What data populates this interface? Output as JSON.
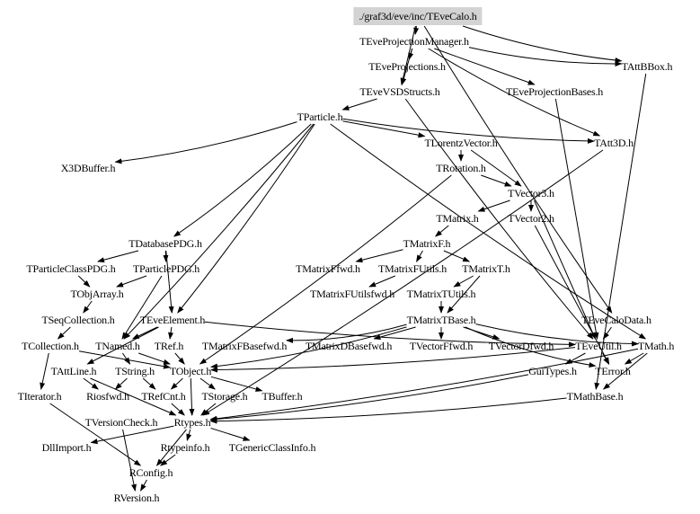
{
  "graph": {
    "title": "Include dependency graph for ./graf3d/eve/inc/TEveCalo.h",
    "root_fill": "#d3d3d3",
    "edge_color": "#000000",
    "nodes": [
      {
        "id": "TEveCalo",
        "label": "./graf3d/eve/inc/TEveCalo.h",
        "root": true
      },
      {
        "id": "TEveProjectionManager",
        "label": "TEveProjectionManager.h"
      },
      {
        "id": "TEveProjections",
        "label": "TEveProjections.h"
      },
      {
        "id": "TAttBBox",
        "label": "TAttBBox.h"
      },
      {
        "id": "TEveVSDStructs",
        "label": "TEveVSDStructs.h"
      },
      {
        "id": "TEveProjectionBases",
        "label": "TEveProjectionBases.h"
      },
      {
        "id": "TParticle",
        "label": "TParticle.h"
      },
      {
        "id": "TLorentzVector",
        "label": "TLorentzVector.h"
      },
      {
        "id": "TAtt3D",
        "label": "TAtt3D.h"
      },
      {
        "id": "X3DBuffer",
        "label": "X3DBuffer.h"
      },
      {
        "id": "TRotation",
        "label": "TRotation.h"
      },
      {
        "id": "TVector3",
        "label": "TVector3.h"
      },
      {
        "id": "TMatrix",
        "label": "TMatrix.h"
      },
      {
        "id": "TVector2",
        "label": "TVector2.h"
      },
      {
        "id": "TDatabasePDG",
        "label": "TDatabasePDG.h"
      },
      {
        "id": "TMatrixF",
        "label": "TMatrixF.h"
      },
      {
        "id": "TParticleClassPDG",
        "label": "TParticleClassPDG.h"
      },
      {
        "id": "TParticlePDG",
        "label": "TParticlePDG.h"
      },
      {
        "id": "TMatrixFfwd",
        "label": "TMatrixFfwd.h"
      },
      {
        "id": "TMatrixFUtils",
        "label": "TMatrixFUtils.h"
      },
      {
        "id": "TMatrixT",
        "label": "TMatrixT.h"
      },
      {
        "id": "TObjArray",
        "label": "TObjArray.h"
      },
      {
        "id": "TMatrixFUtilsfwd",
        "label": "TMatrixFUtilsfwd.h"
      },
      {
        "id": "TMatrixTUtils",
        "label": "TMatrixTUtils.h"
      },
      {
        "id": "TSeqCollection",
        "label": "TSeqCollection.h"
      },
      {
        "id": "TEveElement",
        "label": "TEveElement.h"
      },
      {
        "id": "TMatrixTBase",
        "label": "TMatrixTBase.h"
      },
      {
        "id": "TEveCaloData",
        "label": "TEveCaloData.h"
      },
      {
        "id": "TCollection",
        "label": "TCollection.h"
      },
      {
        "id": "TNamed",
        "label": "TNamed.h"
      },
      {
        "id": "TRef",
        "label": "TRef.h"
      },
      {
        "id": "TMatrixFBasefwd",
        "label": "TMatrixFBasefwd.h"
      },
      {
        "id": "TMatrixDBasefwd",
        "label": "TMatrixDBasefwd.h"
      },
      {
        "id": "TVectorFfwd",
        "label": "TVectorFfwd.h"
      },
      {
        "id": "TVectorDfwd",
        "label": "TVectorDfwd.h"
      },
      {
        "id": "TEveUtil",
        "label": "TEveUtil.h"
      },
      {
        "id": "TMath",
        "label": "TMath.h"
      },
      {
        "id": "TAttLine",
        "label": "TAttLine.h"
      },
      {
        "id": "TString",
        "label": "TString.h"
      },
      {
        "id": "TObject",
        "label": "TObject.h"
      },
      {
        "id": "GuiTypes",
        "label": "GuiTypes.h"
      },
      {
        "id": "TError",
        "label": "TError.h"
      },
      {
        "id": "TIterator",
        "label": "TIterator.h"
      },
      {
        "id": "Riosfwd",
        "label": "Riosfwd.h"
      },
      {
        "id": "TRefCnt",
        "label": "TRefCnt.h"
      },
      {
        "id": "TStorage",
        "label": "TStorage.h"
      },
      {
        "id": "TBuffer",
        "label": "TBuffer.h"
      },
      {
        "id": "TMathBase",
        "label": "TMathBase.h"
      },
      {
        "id": "TVersionCheck",
        "label": "TVersionCheck.h"
      },
      {
        "id": "Rtypes",
        "label": "Rtypes.h"
      },
      {
        "id": "DllImport",
        "label": "DllImport.h"
      },
      {
        "id": "Rtypeinfo",
        "label": "Rtypeinfo.h"
      },
      {
        "id": "TGenericClassInfo",
        "label": "TGenericClassInfo.h"
      },
      {
        "id": "RConfig",
        "label": "RConfig.h"
      },
      {
        "id": "RVersion",
        "label": "RVersion.h"
      }
    ],
    "edges": [
      [
        "TEveCalo",
        "TEveProjectionManager"
      ],
      [
        "TEveCalo",
        "TAttBBox"
      ],
      [
        "TEveCalo",
        "TEveVSDStructs"
      ],
      [
        "TEveCalo",
        "TEveCaloData"
      ],
      [
        "TEveProjectionManager",
        "TEveProjections"
      ],
      [
        "TEveProjectionManager",
        "TEveVSDStructs"
      ],
      [
        "TEveProjectionManager",
        "TAttBBox"
      ],
      [
        "TEveProjectionManager",
        "TEveProjectionBases"
      ],
      [
        "TEveProjectionManager",
        "TAtt3D"
      ],
      [
        "TEveProjections",
        "TEveVSDStructs"
      ],
      [
        "TEveVSDStructs",
        "TParticle"
      ],
      [
        "TEveVSDStructs",
        "TEveUtil"
      ],
      [
        "TEveProjectionBases",
        "TEveUtil"
      ],
      [
        "TAttBBox",
        "TMathBase"
      ],
      [
        "TParticle",
        "TLorentzVector"
      ],
      [
        "TParticle",
        "TAtt3D"
      ],
      [
        "TParticle",
        "X3DBuffer"
      ],
      [
        "TParticle",
        "TDatabasePDG"
      ],
      [
        "TParticle",
        "TEveElement"
      ],
      [
        "TParticle",
        "TNamed"
      ],
      [
        "TParticle",
        "TMath"
      ],
      [
        "TLorentzVector",
        "TRotation"
      ],
      [
        "TLorentzVector",
        "TVector3"
      ],
      [
        "TAtt3D",
        "Rtypes"
      ],
      [
        "TRotation",
        "TVector3"
      ],
      [
        "TRotation",
        "TObject"
      ],
      [
        "TVector3",
        "TMatrix"
      ],
      [
        "TVector3",
        "TVector2"
      ],
      [
        "TVector3",
        "TEveUtil"
      ],
      [
        "TVector2",
        "TError"
      ],
      [
        "TMatrix",
        "TMatrixF"
      ],
      [
        "TMatrixF",
        "TMatrixFfwd"
      ],
      [
        "TMatrixF",
        "TMatrixFUtils"
      ],
      [
        "TMatrixF",
        "TMatrixT"
      ],
      [
        "TMatrixFUtils",
        "TMatrixFUtilsfwd"
      ],
      [
        "TMatrixT",
        "TMatrixTUtils"
      ],
      [
        "TMatrixT",
        "TMatrixTBase"
      ],
      [
        "TMatrixTUtils",
        "TMatrixTBase"
      ],
      [
        "TMatrixTBase",
        "TMatrixFBasefwd"
      ],
      [
        "TMatrixTBase",
        "TMatrixDBasefwd"
      ],
      [
        "TMatrixTBase",
        "TVectorFfwd"
      ],
      [
        "TMatrixTBase",
        "TVectorDfwd"
      ],
      [
        "TMatrixTBase",
        "TMath"
      ],
      [
        "TMatrixTBase",
        "TError"
      ],
      [
        "TMatrixTBase",
        "TObject"
      ],
      [
        "TDatabasePDG",
        "TParticleClassPDG"
      ],
      [
        "TDatabasePDG",
        "TParticlePDG"
      ],
      [
        "TDatabasePDG",
        "TEveElement"
      ],
      [
        "TParticleClassPDG",
        "TObjArray"
      ],
      [
        "TParticlePDG",
        "TObjArray"
      ],
      [
        "TParticlePDG",
        "TNamed"
      ],
      [
        "TObjArray",
        "TSeqCollection"
      ],
      [
        "TSeqCollection",
        "TCollection"
      ],
      [
        "TCollection",
        "TIterator"
      ],
      [
        "TCollection",
        "TObject"
      ],
      [
        "TEveElement",
        "TNamed"
      ],
      [
        "TEveElement",
        "TRef"
      ],
      [
        "TEveElement",
        "TAttLine"
      ],
      [
        "TEveElement",
        "TEveUtil"
      ],
      [
        "TNamed",
        "TString"
      ],
      [
        "TNamed",
        "TObject"
      ],
      [
        "TRef",
        "TObject"
      ],
      [
        "TEveCaloData",
        "TEveUtil"
      ],
      [
        "TEveUtil",
        "GuiTypes"
      ],
      [
        "TEveUtil",
        "TError"
      ],
      [
        "TEveUtil",
        "TObject"
      ],
      [
        "TMath",
        "TError"
      ],
      [
        "TMath",
        "TMathBase"
      ],
      [
        "TMath",
        "Rtypes"
      ],
      [
        "TAttLine",
        "Riosfwd"
      ],
      [
        "TAttLine",
        "Rtypes"
      ],
      [
        "TString",
        "Riosfwd"
      ],
      [
        "TString",
        "TRefCnt"
      ],
      [
        "TObject",
        "TStorage"
      ],
      [
        "TObject",
        "TBuffer"
      ],
      [
        "TObject",
        "Rtypes"
      ],
      [
        "TObject",
        "TRefCnt"
      ],
      [
        "TStorage",
        "Rtypes"
      ],
      [
        "TRefCnt",
        "Rtypes"
      ],
      [
        "GuiTypes",
        "Rtypes"
      ],
      [
        "TMathBase",
        "Rtypes"
      ],
      [
        "TVersionCheck",
        "RVersion"
      ],
      [
        "Rtypes",
        "DllImport"
      ],
      [
        "Rtypes",
        "Rtypeinfo"
      ],
      [
        "Rtypes",
        "TGenericClassInfo"
      ],
      [
        "Rtypes",
        "RConfig"
      ],
      [
        "Rtypeinfo",
        "RConfig"
      ],
      [
        "RConfig",
        "RVersion"
      ],
      [
        "TIterator",
        "RConfig"
      ]
    ]
  }
}
